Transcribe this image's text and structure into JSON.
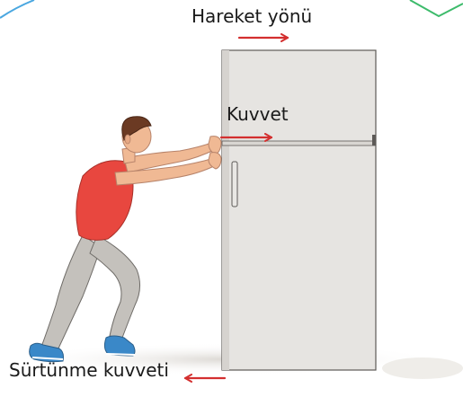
{
  "labels": {
    "motion_direction": "Hareket yönü",
    "force": "Kuvvet",
    "friction": "Sürtünme kuvveti"
  },
  "colors": {
    "arrow": "#d32f2f",
    "fridge_body": "#e6e4e1",
    "fridge_outline": "#5d5a57",
    "shirt": "#e8473f",
    "pants": "#c4c1bc",
    "skin": "#f0b994",
    "hair": "#6b3a23",
    "shoes": "#3a88c8",
    "corner_left": "#4aa7e0",
    "corner_right": "#3dbb6b"
  },
  "icons": [
    "fridge-illustration",
    "person-pushing-illustration"
  ]
}
